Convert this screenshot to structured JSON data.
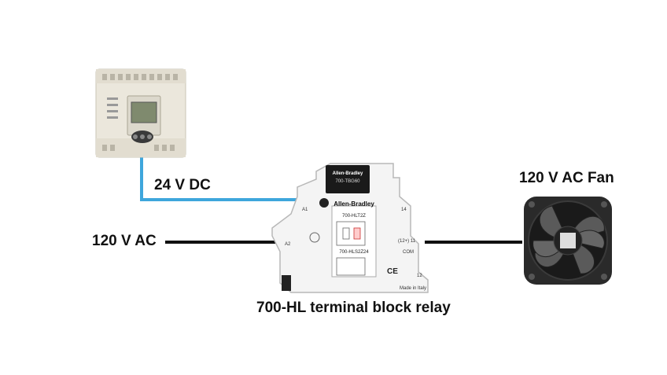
{
  "labels": {
    "dc_supply": "24 V DC",
    "ac_supply": "120 V AC",
    "fan": "120 V AC Fan",
    "relay": "700-HL terminal block relay"
  },
  "relay": {
    "brand": "Allen-Bradley",
    "model": "700-HLT2Z",
    "module": "700-HLS2Z24",
    "cap_model": "700-TBG60",
    "origin": "Made in Italy",
    "terminals": {
      "a1": "A1",
      "a2": "A2",
      "t14": "14",
      "t11": "(12+) 11",
      "com": "COM",
      "t12": "12"
    }
  },
  "colors": {
    "dc_wire": "#3ea6dc",
    "ac_wire": "#111111"
  }
}
